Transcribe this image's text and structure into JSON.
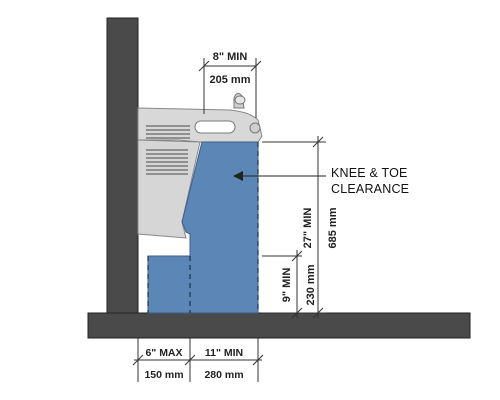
{
  "colors": {
    "wall": "#4a4a4a",
    "floor": "#4a4a4a",
    "clearance_fill": "#5b86b6",
    "fixture": "#cfcfcf",
    "line": "#333333"
  },
  "top_dimension": {
    "imperial": "8\" MIN",
    "metric": "205 mm"
  },
  "callout": {
    "line1": "KNEE & TOE",
    "line2": "CLEARANCE"
  },
  "knee_height": {
    "imperial": "27\" MIN",
    "metric": "685 mm"
  },
  "toe_height": {
    "imperial": "9\" MIN",
    "metric": "230 mm"
  },
  "toe_depth": {
    "imperial": "6\" MAX",
    "metric": "150 mm"
  },
  "knee_depth": {
    "imperial": "11\" MIN",
    "metric": "280 mm"
  }
}
